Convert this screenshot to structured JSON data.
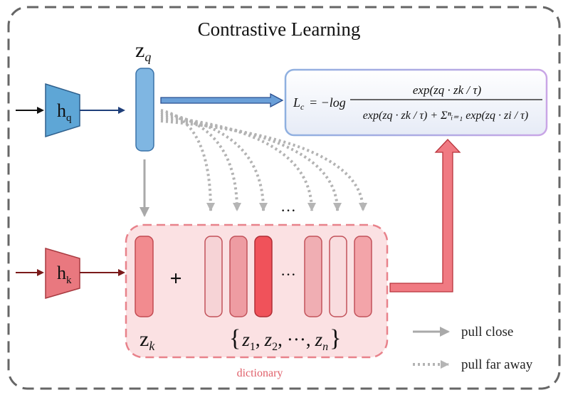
{
  "title": "Contrastive Learning",
  "encoders": {
    "query": {
      "main": "h",
      "sub": "q",
      "color": "#5ea6d6"
    },
    "key": {
      "main": "h",
      "sub": "k",
      "color": "#e9787f"
    }
  },
  "vectors": {
    "zq": {
      "main": "z",
      "sub": "q"
    },
    "zk": {
      "main": "z",
      "sub": "k"
    }
  },
  "dictionary": {
    "label": "dictionary",
    "plus": "+",
    "ellipsis": "···",
    "set_label": {
      "open": "{",
      "z": "z",
      "subs": [
        "1",
        "2",
        "n"
      ],
      "sep": ",",
      "dots": "···",
      "close": "}"
    }
  },
  "formula": {
    "lhs": "L",
    "lhs_sub": "c",
    "equals": "= −log",
    "numerator": "exp(zq · zk / τ)",
    "denominator": "exp(zq · zk / τ) + Σⁿᵢ₌₁ exp(zq · zi / τ)"
  },
  "dots_label": "···",
  "legend": {
    "solid": "pull close",
    "dotted": "pull far away"
  },
  "colors": {
    "border": "#666666",
    "blue": "#5ea6d6",
    "blue_dark": "#1f4e8c",
    "red": "#e9787f",
    "red_dark": "#8b1a1a",
    "gray_arrow": "#a9a9a9"
  }
}
